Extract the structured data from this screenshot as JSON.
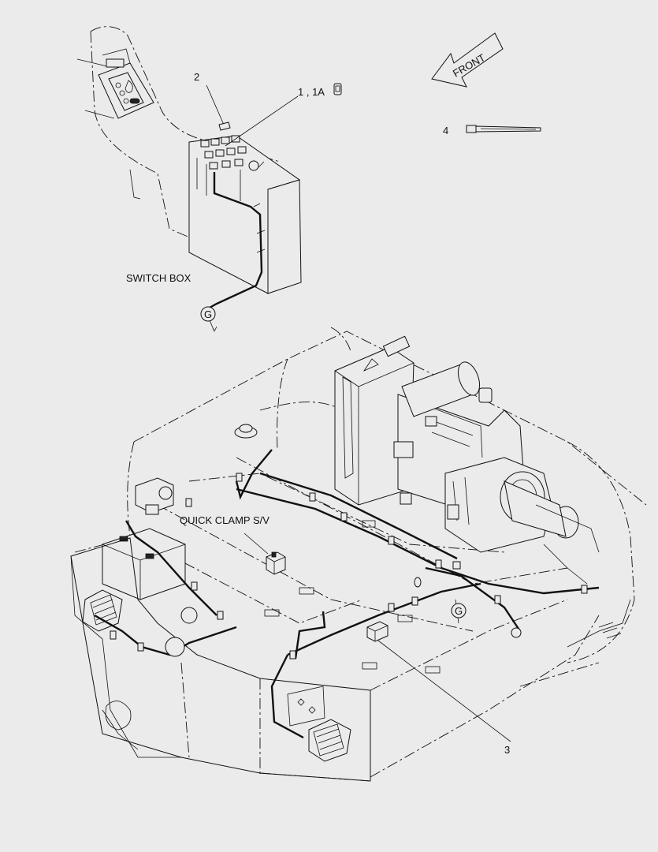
{
  "diagram": {
    "labels": {
      "switch_box": "SWITCH BOX",
      "quick_clamp": "QUICK CLAMP S/V",
      "front": "FRONT",
      "callout_1": "1 , 1A",
      "callout_2": "2",
      "callout_3": "3",
      "callout_4": "4",
      "connector_g_top": "G",
      "connector_g_main": "G"
    }
  }
}
